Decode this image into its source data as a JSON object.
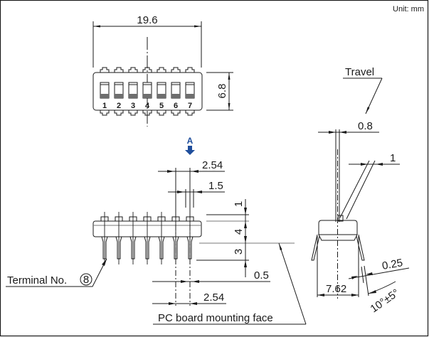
{
  "unit_label": "Unit: mm",
  "top_view": {
    "width_dim": "19.6",
    "height_dim": "6.8",
    "switch_numbers": [
      "1",
      "2",
      "3",
      "4",
      "5",
      "6",
      "7"
    ]
  },
  "front_view": {
    "view_marker": "A",
    "pitch_top": "2.54",
    "pin_width": "1.5",
    "actuator_height": "1",
    "body_height": "4",
    "pin_length": "3",
    "pin_thickness": "0.5",
    "pitch_bottom": "2.54",
    "terminal_label": "Terminal No.",
    "terminal_number": "8",
    "mounting_face_label": "PC board mounting face"
  },
  "side_view": {
    "travel_label": "Travel",
    "travel_dim": "0.8",
    "actuator_dim": "1",
    "lead_thickness": "0.25",
    "row_spacing": "7.62",
    "lead_angle": "10°±5°"
  },
  "colors": {
    "line": "#1a1a1a",
    "accent_marker": "#1f4e9c",
    "gray_line": "#7a7a7a"
  }
}
